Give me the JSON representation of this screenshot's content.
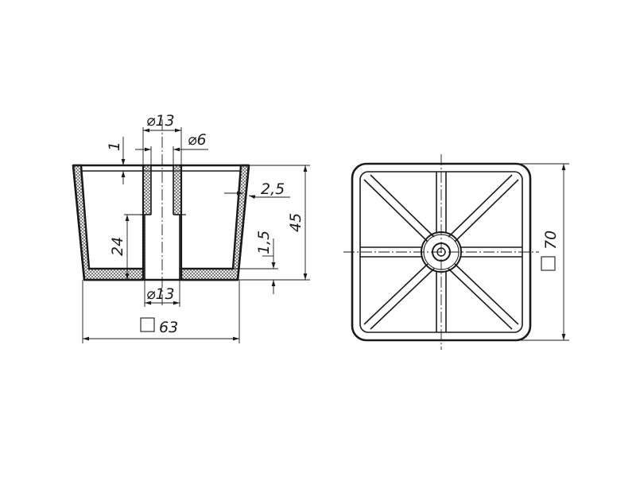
{
  "drawing": {
    "section_view": {
      "labels": {
        "wall_thickness": "1",
        "bore_top_diameter": "⌀13",
        "bore_inner_diameter": "⌀6",
        "outer_wall": "2,5",
        "height": "45",
        "bottom_thickness": "1,5",
        "boss_height": "24",
        "boss_diameter": "⌀13",
        "base_square_symbol": "□",
        "base_size": "63"
      }
    },
    "top_view": {
      "labels": {
        "square_symbol": "□",
        "size": "70"
      }
    },
    "colors": {
      "line": "#1a1a1a",
      "hatch": "#555555",
      "background": "#ffffff"
    }
  }
}
